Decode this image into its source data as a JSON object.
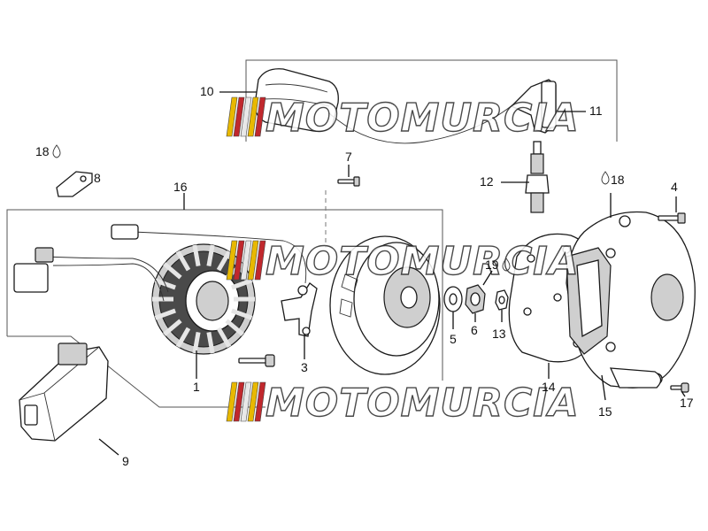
{
  "watermark": {
    "text": "MOTOMURCIA",
    "stripe_colors": [
      "#e8b800",
      "#c0282d",
      "#e8e8e8",
      "#e8b800",
      "#c0282d"
    ]
  },
  "callouts": {
    "c1": "1",
    "c3": "3",
    "c4": "4",
    "c5": "5",
    "c6": "6",
    "c7": "7",
    "c8": "8",
    "c9": "9",
    "c10": "10",
    "c11": "11",
    "c12": "12",
    "c13": "13",
    "c14": "14",
    "c15": "15",
    "c16": "16",
    "c17": "17",
    "c18a": "18",
    "c18b": "18",
    "c19": "19"
  },
  "icons": {
    "lubricant": "drop-icon"
  }
}
